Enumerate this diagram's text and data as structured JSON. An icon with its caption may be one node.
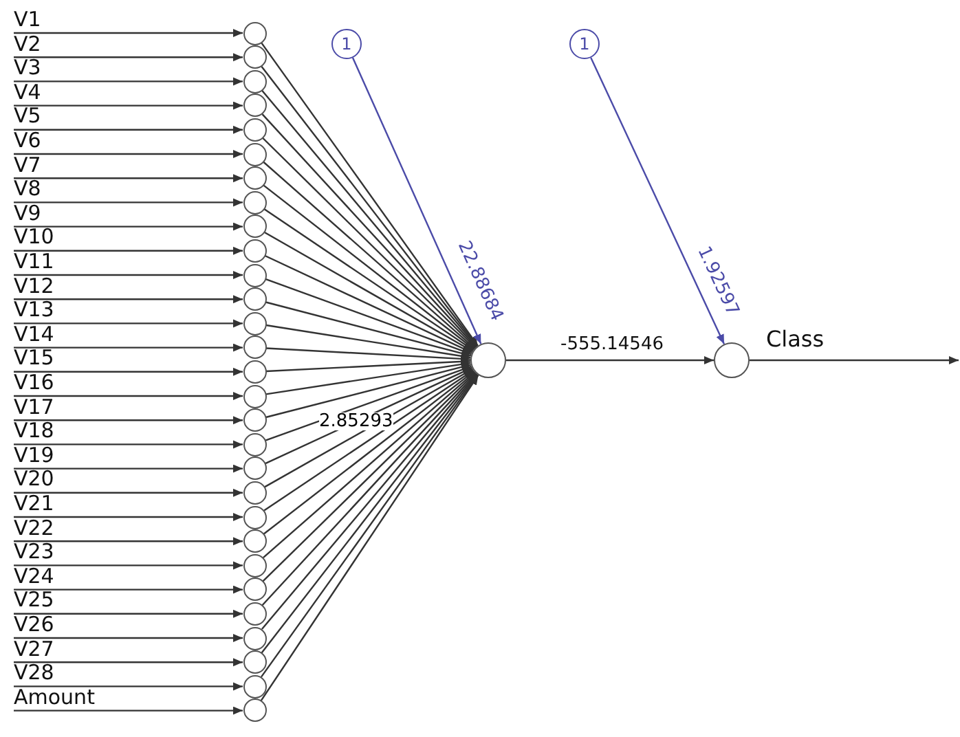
{
  "diagram": {
    "nodes": [
      {
        "text": [
          "V1"
        ]
      },
      {
        "text": [
          "V2"
        ]
      },
      {
        "text": [
          "V3"
        ]
      },
      {
        "text": [
          "V4"
        ]
      },
      {
        "text": [
          "V5"
        ]
      },
      {
        "text": [
          "V6"
        ]
      },
      {
        "text": [
          "V7"
        ]
      },
      {
        "text": [
          "V8"
        ]
      },
      {
        "text": [
          "V9"
        ]
      },
      {
        "text": [
          "V10"
        ]
      },
      {
        "text": [
          "V11"
        ]
      },
      {
        "text": [
          "V12"
        ]
      },
      {
        "text": [
          "V13"
        ]
      },
      {
        "text": [
          "V14"
        ]
      },
      {
        "text": [
          "V15"
        ]
      },
      {
        "text": [
          "V16"
        ]
      },
      {
        "text": [
          "V17"
        ]
      },
      {
        "text": [
          "V18"
        ]
      },
      {
        "text": [
          "V19"
        ]
      },
      {
        "text": [
          "V20"
        ]
      },
      {
        "text": [
          "V21"
        ]
      },
      {
        "text": [
          "V22"
        ]
      },
      {
        "text": [
          "V23"
        ]
      },
      {
        "text": [
          "V24"
        ]
      },
      {
        "text": [
          "V25"
        ]
      },
      {
        "text": [
          "V26"
        ]
      },
      {
        "text": [
          "V27"
        ]
      },
      {
        "text": [
          "V28"
        ]
      },
      {
        "text": [
          "Amount"
        ]
      },
      {
        "text": [],
        "shape": "circle"
      },
      {
        "text": [],
        "shape": "circle"
      },
      {
        "text": [],
        "shape": "circle"
      },
      {
        "text": [],
        "shape": "circle"
      },
      {
        "text": [],
        "shape": "circle"
      },
      {
        "text": [],
        "shape": "circle"
      },
      {
        "text": [],
        "shape": "circle"
      },
      {
        "text": [],
        "shape": "circle"
      },
      {
        "text": [],
        "shape": "circle"
      },
      {
        "text": [],
        "shape": "circle"
      },
      {
        "text": [],
        "shape": "circle"
      },
      {
        "text": [],
        "shape": "circle"
      },
      {
        "text": [],
        "shape": "circle"
      },
      {
        "text": [],
        "shape": "circle"
      },
      {
        "text": [],
        "shape": "circle"
      },
      {
        "text": [],
        "shape": "circle"
      },
      {
        "text": [],
        "shape": "circle"
      },
      {
        "text": [],
        "shape": "circle"
      },
      {
        "text": [],
        "shape": "circle"
      },
      {
        "text": [],
        "shape": "circle"
      },
      {
        "text": [],
        "shape": "circle"
      },
      {
        "text": [],
        "shape": "circle"
      },
      {
        "text": [],
        "shape": "circle"
      },
      {
        "text": [],
        "shape": "circle"
      },
      {
        "text": [],
        "shape": "circle"
      },
      {
        "text": [],
        "shape": "circle"
      },
      {
        "text": [],
        "shape": "circle"
      },
      {
        "text": [],
        "shape": "circle"
      },
      {
        "text": [],
        "shape": "circle"
      },
      {
        "text": [
          "1"
        ]
      },
      {
        "text": [],
        "shape": "circle"
      },
      {
        "text": [
          "1"
        ]
      },
      {
        "text": [],
        "shape": "circle"
      }
    ],
    "edges": [
      {
        "from": 0,
        "to": 29,
        "arrow": "to"
      },
      {
        "from": 1,
        "to": 30,
        "arrow": "to"
      },
      {
        "from": 2,
        "to": 31,
        "arrow": "to"
      },
      {
        "from": 3,
        "to": 32,
        "arrow": "to"
      },
      {
        "from": 4,
        "to": 33,
        "arrow": "to"
      },
      {
        "from": 5,
        "to": 34,
        "arrow": "to"
      },
      {
        "from": 6,
        "to": 35,
        "arrow": "to"
      },
      {
        "from": 7,
        "to": 36,
        "arrow": "to"
      },
      {
        "from": 8,
        "to": 37,
        "arrow": "to"
      },
      {
        "from": 9,
        "to": 38,
        "arrow": "to"
      },
      {
        "from": 10,
        "to": 39,
        "arrow": "to"
      },
      {
        "from": 11,
        "to": 40,
        "arrow": "to"
      },
      {
        "from": 12,
        "to": 41,
        "arrow": "to"
      },
      {
        "from": 13,
        "to": 42,
        "arrow": "to"
      },
      {
        "from": 14,
        "to": 43,
        "arrow": "to"
      },
      {
        "from": 15,
        "to": 44,
        "arrow": "to"
      },
      {
        "from": 16,
        "to": 45,
        "arrow": "to"
      },
      {
        "from": 17,
        "to": 46,
        "arrow": "to"
      },
      {
        "from": 18,
        "to": 47,
        "arrow": "to"
      },
      {
        "from": 19,
        "to": 48,
        "arrow": "to"
      },
      {
        "from": 20,
        "to": 49,
        "arrow": "to"
      },
      {
        "from": 21,
        "to": 50,
        "arrow": "to"
      },
      {
        "from": 22,
        "to": 51,
        "arrow": "to"
      },
      {
        "from": 23,
        "to": 52,
        "arrow": "to"
      },
      {
        "from": 24,
        "to": 53,
        "arrow": "to"
      },
      {
        "from": 25,
        "to": 54,
        "arrow": "to"
      },
      {
        "from": 26,
        "to": 55,
        "arrow": "to"
      },
      {
        "from": 27,
        "to": 56,
        "arrow": "to"
      },
      {
        "from": 28,
        "to": 57,
        "arrow": "to"
      },
      {
        "from": 29,
        "to": 59,
        "arrow": "to"
      },
      {
        "from": 30,
        "to": 59,
        "arrow": "to"
      },
      {
        "from": 31,
        "to": 59,
        "arrow": "to"
      },
      {
        "from": 32,
        "to": 59,
        "arrow": "to"
      },
      {
        "from": 33,
        "to": 59,
        "arrow": "to"
      },
      {
        "from": 34,
        "to": 59,
        "arrow": "to"
      },
      {
        "from": 35,
        "to": 59,
        "arrow": "to"
      },
      {
        "from": 36,
        "to": 59,
        "arrow": "to"
      },
      {
        "from": 37,
        "to": 59,
        "arrow": "to"
      },
      {
        "from": 38,
        "to": 59,
        "arrow": "to"
      },
      {
        "from": 39,
        "to": 59,
        "arrow": "to"
      },
      {
        "from": 40,
        "to": 59,
        "arrow": "to"
      },
      {
        "from": 41,
        "to": 59,
        "arrow": "to"
      },
      {
        "from": 42,
        "to": 59,
        "arrow": "to"
      },
      {
        "from": 43,
        "to": 59,
        "arrow": "to"
      },
      {
        "from": 44,
        "to": 59,
        "arrow": "to"
      },
      {
        "from": 45,
        "to": 59,
        "arrow": "to"
      },
      {
        "from": 46,
        "to": 59,
        "arrow": "to"
      },
      {
        "from": 47,
        "to": 59,
        "arrow": "to"
      },
      {
        "from": 48,
        "to": 59,
        "arrow": "to"
      },
      {
        "from": 49,
        "to": 59,
        "arrow": "to"
      },
      {
        "from": 50,
        "to": 59,
        "arrow": "to"
      },
      {
        "from": 51,
        "to": 59,
        "arrow": "to"
      },
      {
        "from": 52,
        "to": 59,
        "arrow": "to"
      },
      {
        "from": 53,
        "to": 59,
        "arrow": "to"
      },
      {
        "from": 54,
        "to": 59,
        "arrow": "to"
      },
      {
        "from": 55,
        "to": 59,
        "arrow": "to"
      },
      {
        "from": 56,
        "to": 59,
        "arrow": "to"
      },
      {
        "from": 57,
        "to": 59,
        "arrow": "to"
      },
      {
        "from": 58,
        "to": 59,
        "arrow": "to",
        "label": "22.88684",
        "color": "#4b4ba8"
      },
      {
        "from": 59,
        "to": 61,
        "arrow": "to",
        "label": "-555.14546"
      },
      {
        "from": 60,
        "to": 61,
        "arrow": "to",
        "label": "1.92597",
        "color": "#4b4ba8"
      },
      {
        "from": 61,
        "to": null,
        "arrow": "to",
        "label": "Class"
      }
    ],
    "labels": [
      "2.85293"
    ]
  }
}
